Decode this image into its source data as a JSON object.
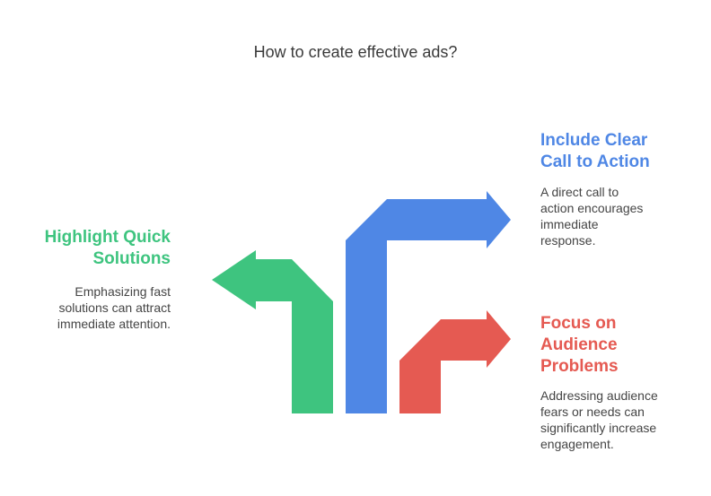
{
  "title": "How to create effective ads?",
  "colors": {
    "blue": "#4f87e5",
    "green": "#3ec47f",
    "red": "#e55a52",
    "text": "#454545"
  },
  "items": {
    "blue": {
      "heading": [
        "Include Clear",
        "Call to Action"
      ],
      "description": [
        "A direct call to",
        "action encourages",
        "immediate",
        "response."
      ]
    },
    "green": {
      "heading": [
        "Highlight Quick",
        "Solutions"
      ],
      "description": [
        "Emphasizing fast",
        "solutions can attract",
        "immediate attention."
      ]
    },
    "red": {
      "heading": [
        "Focus on",
        "Audience",
        "Problems"
      ],
      "description": [
        "Addressing audience",
        "fears or needs can",
        "significantly increase",
        "engagement."
      ]
    }
  }
}
